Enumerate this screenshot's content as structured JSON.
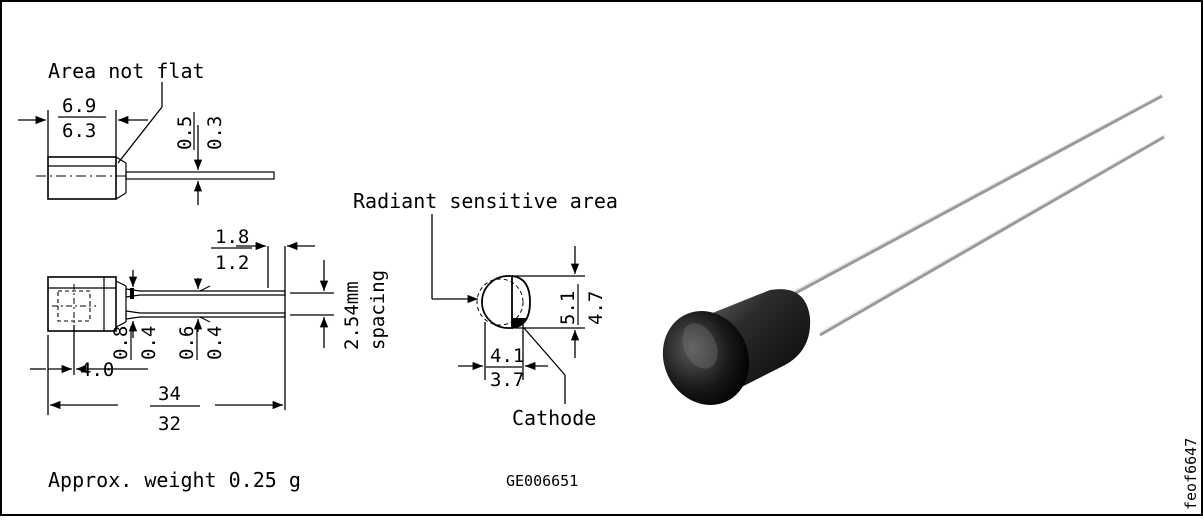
{
  "drawing": {
    "area_not_flat": "Area not flat",
    "top_width_max": "6.9",
    "top_width_min": "6.3",
    "lead_thick_max": "0.5",
    "lead_thick_min": "0.3",
    "pitch_max": "1.8",
    "pitch_min": "1.2",
    "spacing_value": "2.54mm",
    "spacing_word": "spacing",
    "lead_w1_max": "0.8",
    "lead_w1_min": "0.4",
    "lead_w2_max": "0.6",
    "lead_w2_min": "0.4",
    "body_len": "4.0",
    "total_len_max": "34",
    "total_len_min": "32",
    "radiant_label": "Radiant sensitive area",
    "height_max": "5.1",
    "height_min": "4.7",
    "depth_max": "4.1",
    "depth_min": "3.7",
    "cathode_label": "Cathode",
    "weight_text": "Approx. weight 0.25 g",
    "drawing_code": "GE006651"
  },
  "photo": {
    "code": "feof6647"
  }
}
